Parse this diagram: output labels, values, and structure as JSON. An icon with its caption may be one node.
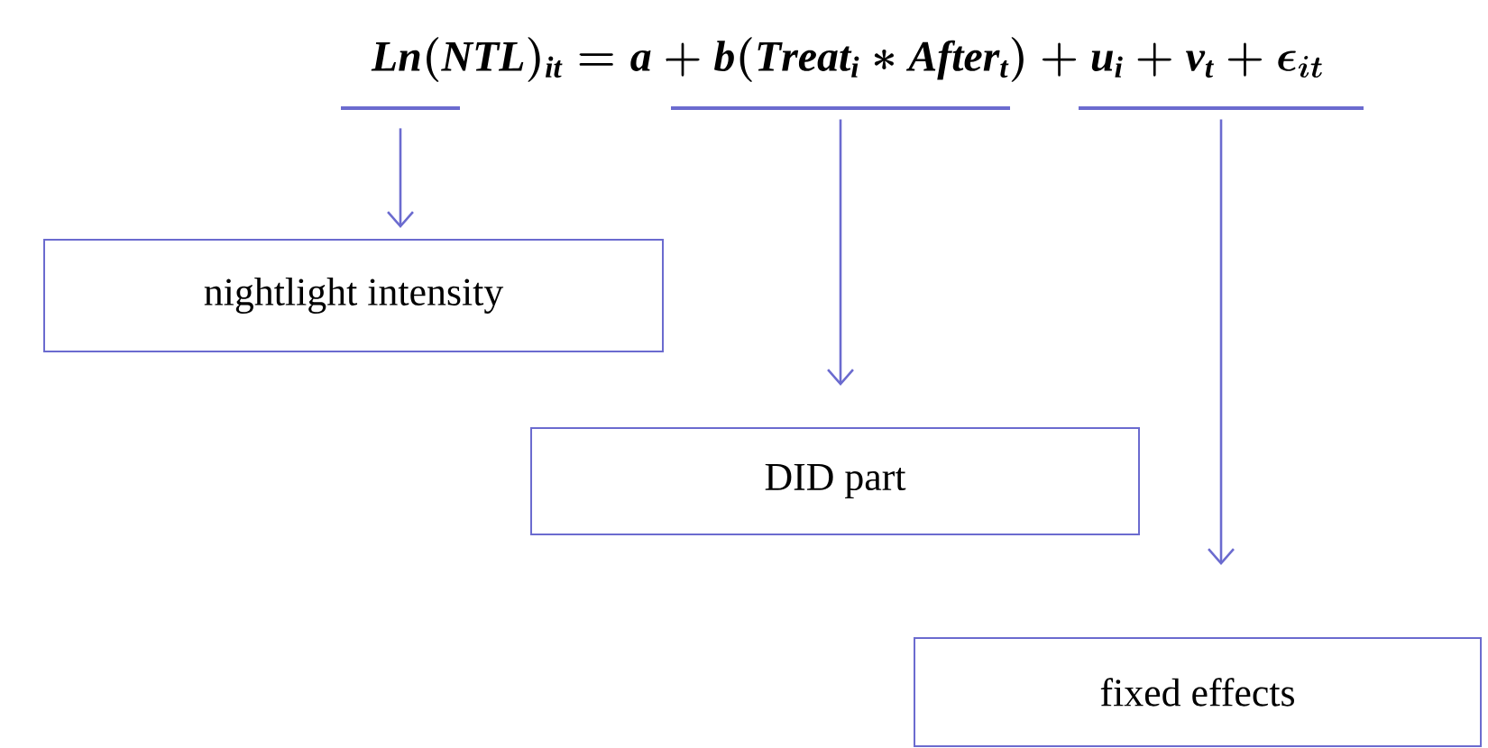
{
  "diagram": {
    "nodes": [
      {
        "text": [],
        "shape": "bar"
      },
      {
        "text": [],
        "shape": "bar"
      },
      {
        "text": [],
        "shape": "bar"
      },
      {
        "text": [
          "nightlight intensity"
        ]
      },
      {
        "text": [
          "DID part"
        ]
      },
      {
        "text": [
          "fixed effects"
        ]
      }
    ],
    "edges": [
      {
        "from": 0,
        "to": 3,
        "arrow": "to"
      },
      {
        "from": 1,
        "to": 4,
        "arrow": "to"
      },
      {
        "from": 2,
        "to": 5,
        "arrow": "to"
      }
    ],
    "labels": [
      "\\mathit{Ln(NTL)_{it}} = \\mathit{a} + \\mathit{b(Treat_i\\ast After_t)} + \\mathit{u_i} + \\mathit{v_t} + \\epsilon_{it}"
    ]
  }
}
